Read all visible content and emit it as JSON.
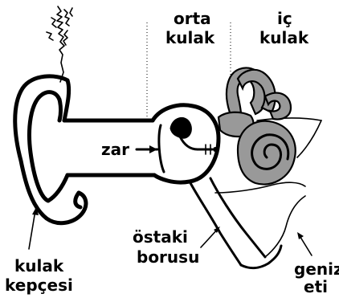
{
  "labels": {
    "middle_ear_line1": "orta",
    "middle_ear_line2": "kulak",
    "inner_ear_line1": "iç",
    "inner_ear_line2": "kulak",
    "eardrum": "zar",
    "eustachian_line1": "östaki",
    "eustachian_line2": "borusu",
    "nasopharynx_line1": "geniz",
    "nasopharynx_line2": "eti",
    "pinna_line1": "kulak",
    "pinna_line2": "kepçesi"
  },
  "colors": {
    "ink": "#000000",
    "inner_ear_fill": "#999999",
    "background": "#ffffff"
  }
}
